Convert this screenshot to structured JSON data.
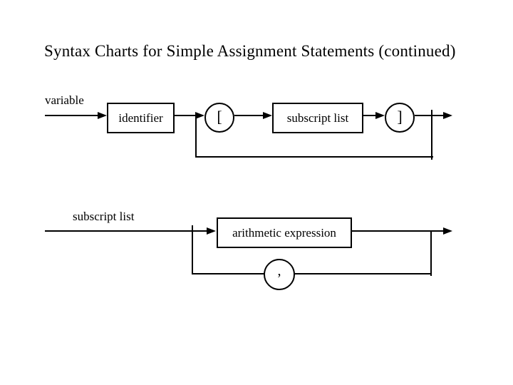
{
  "slide": {
    "title": "Syntax Charts for Simple Assignment Statements (continued)"
  },
  "colors": {
    "ink": "#000000",
    "background": "#ffffff"
  },
  "diagrams": [
    {
      "label": "variable",
      "nodes": [
        {
          "type": "nonterminal-box",
          "label": "identifier"
        },
        {
          "type": "terminal-circle",
          "label": "["
        },
        {
          "type": "nonterminal-box",
          "label": "subscript list"
        },
        {
          "type": "terminal-circle",
          "label": "]"
        }
      ]
    },
    {
      "label": "subscript list",
      "nodes": [
        {
          "type": "nonterminal-box",
          "label": "arithmetic expression"
        },
        {
          "type": "terminal-circle",
          "label": ","
        }
      ]
    }
  ]
}
